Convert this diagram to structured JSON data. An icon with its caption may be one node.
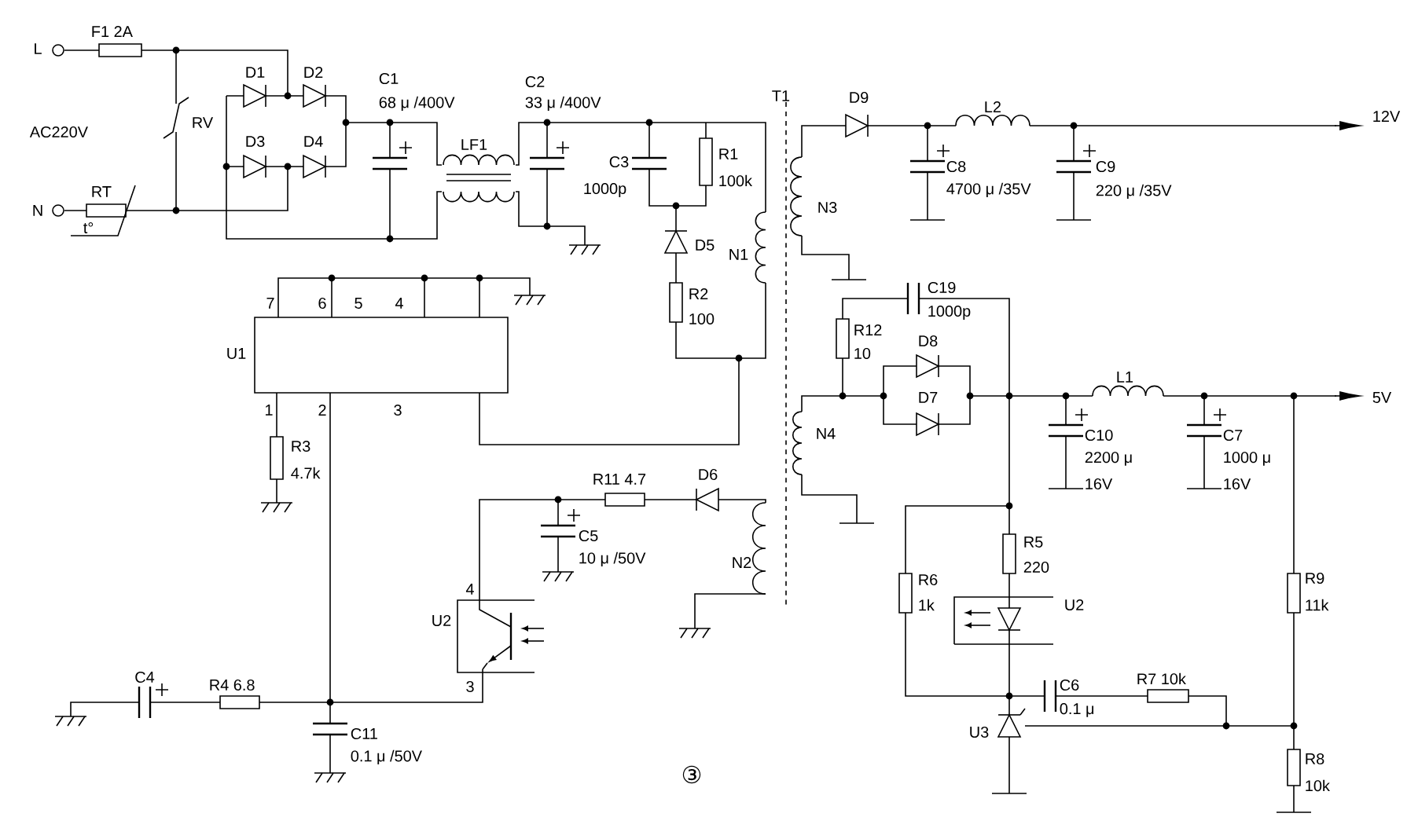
{
  "diagram": {
    "caption": "③",
    "labels": [
      "L",
      "N",
      "F1 2A",
      "AC220V",
      "RV",
      "RT",
      "t°",
      "D1",
      "D2",
      "D3",
      "D4",
      "C1",
      "68 μ /400V",
      "LF1",
      "C2",
      "33 μ /400V",
      "C3",
      "1000p",
      "R1",
      "100k",
      "D5",
      "N1",
      "R2",
      "100",
      "T1",
      "D9",
      "L2",
      "12V",
      "C8",
      "4700 μ /35V",
      "C9",
      "220 μ /35V",
      "N3",
      "C19",
      "1000p",
      "R12",
      "10",
      "D8",
      "D7",
      "L1",
      "5V",
      "C10",
      "2200 μ",
      "16V",
      "C7",
      "1000 μ",
      "16V",
      "N4",
      "U1",
      "7",
      "6",
      "5",
      "4",
      "1",
      "2",
      "3",
      "R3",
      "4.7k",
      "R11 4.7",
      "D6",
      "C5",
      "10 μ /50V",
      "N2",
      "U2",
      "4",
      "3",
      "C4",
      "R4 6.8",
      "C11",
      "0.1 μ /50V",
      "R5",
      "220",
      "R6",
      "1k",
      "U2",
      "R9",
      "11k",
      "C6",
      "0.1 μ",
      "R7 10k",
      "U3",
      "R8",
      "10k"
    ]
  }
}
